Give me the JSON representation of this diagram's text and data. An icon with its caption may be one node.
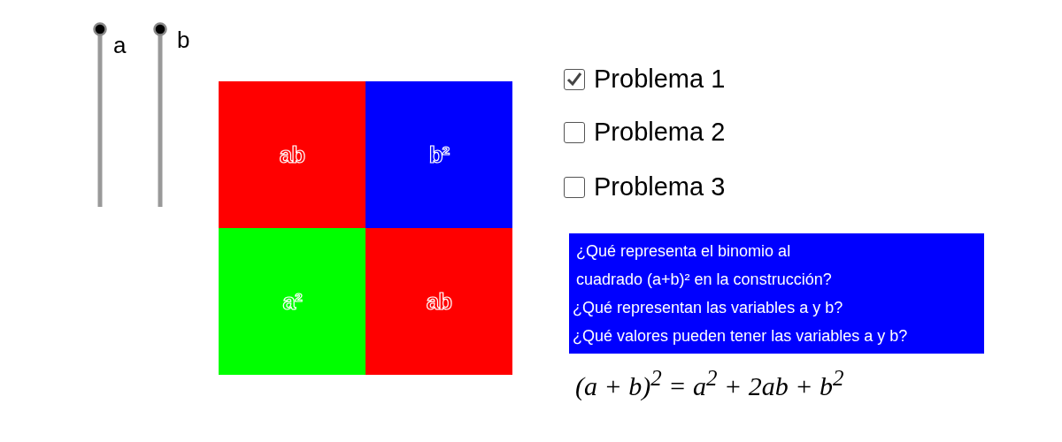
{
  "diagram": {
    "nodes": [
      {
        "text": [
          "ab"
        ]
      },
      {
        "text": [
          "b²"
        ]
      },
      {
        "text": [
          "a²"
        ]
      },
      {
        "text": [
          "ab"
        ]
      },
      {
        "text": [
          "¿Qué representa el binomio al cuadrado (a+b)² en la construcción?",
          "¿Qué representan las variables a y b?",
          "¿Qué valores pueden tener las variables a y b?"
        ]
      }
    ],
    "labels": [
      "a",
      "b",
      "Problema 1",
      "Problema 2",
      "Problema 3",
      "(a + b)$^{2}$ = a$^{2}$ + 2ab + b$^{2}$"
    ]
  }
}
